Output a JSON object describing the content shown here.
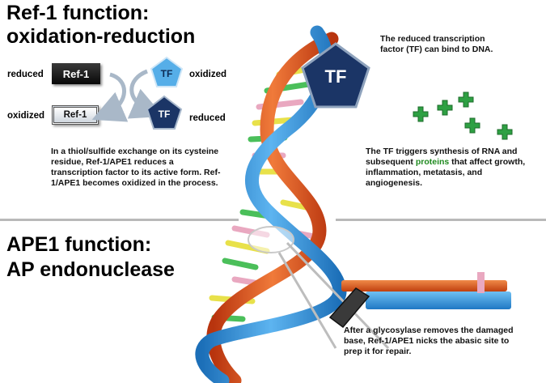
{
  "section1": {
    "title_line1": "Ref-1 function:",
    "title_line2": "oxidation-reduction"
  },
  "cycle": {
    "left_top_label": "reduced",
    "left_top_box": "Ref-1",
    "left_bottom_label": "oxidized",
    "left_bottom_box": "Ref-1",
    "right_top_label": "oxidized",
    "right_top_tf": "TF",
    "right_bottom_label": "reduced",
    "right_bottom_tf": "TF"
  },
  "description1": "In a thiol/sulfide  exchange on its cysteine residue, Ref-1/APE1 reduces a transcription factor to its active form. Ref-1/APE1 becomes oxidized  in the process.",
  "big_tf": "TF",
  "tf_bind_text": "The reduced transcription factor (TF) can bind to DNA.",
  "synthesis": {
    "before": "The TF triggers synthesis of RNA and subsequent ",
    "highlight": "proteins",
    "after": " that affect growth, inflammation, metatasis, and angiogenesis."
  },
  "section2": {
    "title_line1": "APE1 function:",
    "title_line2": "AP endonuclease"
  },
  "repair_text": "After a glycosylase removes the damaged base, Ref-1/APE1 nicks the abasic site to prep it for repair.",
  "colors": {
    "tf_dark": "#1b3566",
    "tf_light": "#4ea6e6",
    "protein": "#2ea043",
    "helix_blue": "#2f8fd8",
    "helix_orange": "#e0501c",
    "highlight_green": "#1f8a1f"
  }
}
